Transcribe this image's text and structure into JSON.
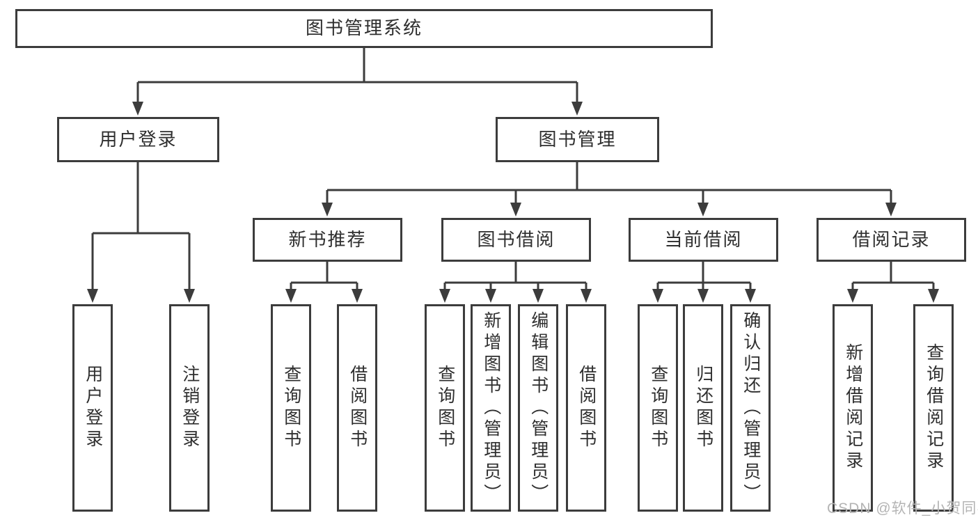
{
  "diagram": {
    "root": {
      "label": "图书管理系统"
    },
    "branches": [
      {
        "label": "用户登录",
        "children": [
          {
            "label": "用户登录"
          },
          {
            "label": "注销登录"
          }
        ]
      },
      {
        "label": "图书管理",
        "children": [
          {
            "label": "新书推荐",
            "children": [
              {
                "label": "查询图书"
              },
              {
                "label": "借阅图书"
              }
            ]
          },
          {
            "label": "图书借阅",
            "children": [
              {
                "label": "查询图书"
              },
              {
                "label": "新增图书（管理员）"
              },
              {
                "label": "编辑图书（管理员）"
              },
              {
                "label": "借阅图书"
              }
            ]
          },
          {
            "label": "当前借阅",
            "children": [
              {
                "label": "查询图书"
              },
              {
                "label": "归还图书"
              },
              {
                "label": "确认归还（管理员）"
              }
            ]
          },
          {
            "label": "借阅记录",
            "children": [
              {
                "label": "新增借阅记录"
              },
              {
                "label": "查询借阅记录"
              }
            ]
          }
        ]
      }
    ]
  },
  "watermark": {
    "text": "CSDN @软件_小贺同学"
  },
  "colors": {
    "line": "#3c3c3c",
    "text": "#2e2e2e",
    "watermark": "#b4b4b4",
    "background": "#ffffff"
  }
}
